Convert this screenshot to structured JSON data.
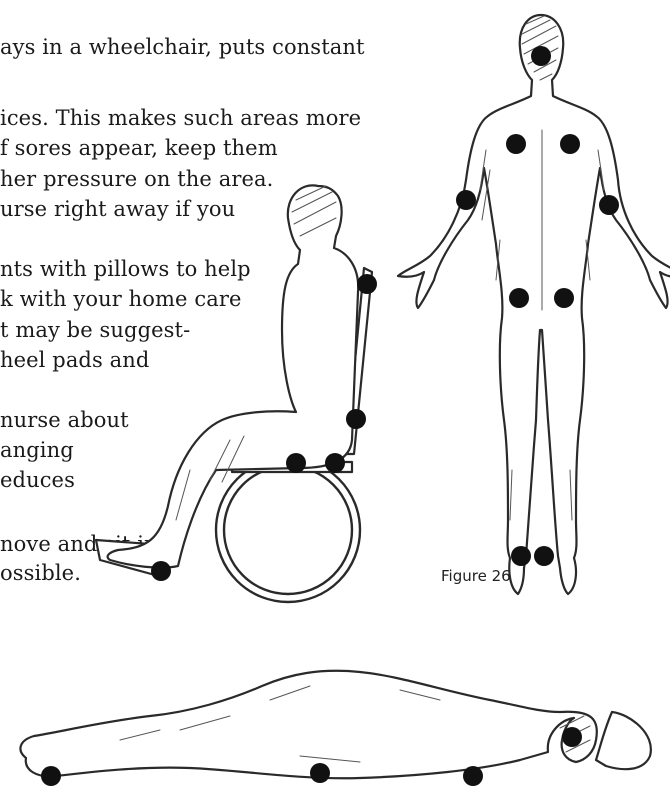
{
  "text_lines": [
    "ays in a wheelchair, puts constant",
    "ices. This makes such areas more",
    "f sores appear, keep them",
    "her pressure on the area.",
    "urse right away if you",
    "nts with pillows to help",
    "k with your home care",
    "t may be suggest-",
    "heel pads and",
    " nurse about",
    "anging",
    "educes",
    "nove and sit in a",
    "ossible."
  ],
  "figure_caption": "Figure 26",
  "figures": {
    "standing_back": "standing-figure-back-view",
    "seated_wheelchair": "seated-figure-wheelchair",
    "lying_side": "lying-figure-side-view"
  },
  "marker_color": "#111111"
}
